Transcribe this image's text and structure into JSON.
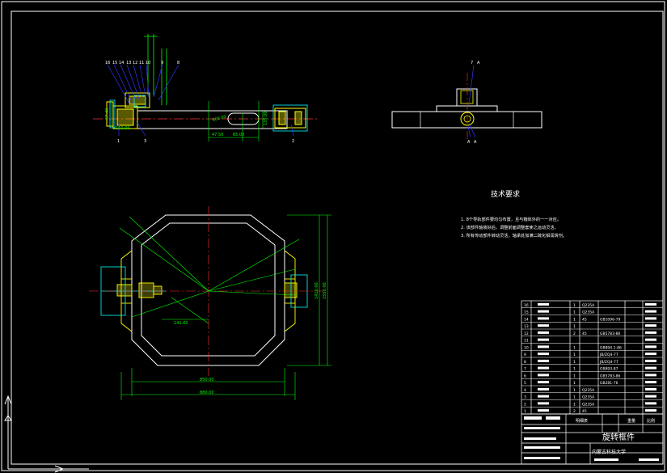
{
  "tech_requirements": {
    "title": "技术要求",
    "items": [
      "1. 8个导轨部件要均匀布置，且与箱体外的一一对应。",
      "2. 该部件轴装好后，调整前面调整套使之运动灵活。",
      "3. 所有传动部件转动灵活，轴承处加满二硫化钼润滑剂。"
    ]
  },
  "title_block": {
    "drawing_title": "旋转框件",
    "school": "内蒙古科技大学",
    "labels": [
      "明细表",
      "重量",
      "比例"
    ]
  },
  "dimensions": {
    "top_view": [
      "47.50",
      "65.00",
      "600.00",
      "135.00",
      "67.40",
      "150.00"
    ],
    "main_view": [
      "850.00",
      "880.00",
      "1410.00",
      "1550.00",
      "141.00"
    ]
  },
  "balloons": {
    "top_left": [
      "16",
      "15",
      "14",
      "13",
      "12",
      "11",
      "10",
      "9",
      "8"
    ],
    "bottom": [
      "1",
      "3",
      "2"
    ],
    "right_view": [
      "7",
      "A",
      "A",
      "A"
    ]
  },
  "bom_rows": [
    {
      "no": "16",
      "qty": "1",
      "mat": "Q235A",
      "std": ""
    },
    {
      "no": "15",
      "qty": "1",
      "mat": "Q235A",
      "std": ""
    },
    {
      "no": "14",
      "qty": "1",
      "mat": "45",
      "std": "GB1096-79"
    },
    {
      "no": "13",
      "qty": "1",
      "mat": "",
      "std": ""
    },
    {
      "no": "12",
      "qty": "2",
      "mat": "45",
      "std": "GB5783-86"
    },
    {
      "no": "11",
      "qty": "",
      "mat": "",
      "std": ""
    },
    {
      "no": "10",
      "qty": "1",
      "mat": "",
      "std": "GB894.1-86"
    },
    {
      "no": "9",
      "qty": "1",
      "mat": "",
      "std": "JB/ZQ4-77"
    },
    {
      "no": "8",
      "qty": "1",
      "mat": "",
      "std": "JB/ZQ4-77"
    },
    {
      "no": "7",
      "qty": "1",
      "mat": "",
      "std": "GB893-87"
    },
    {
      "no": "6",
      "qty": "1",
      "mat": "",
      "std": "GB5783-86"
    },
    {
      "no": "5",
      "qty": "1",
      "mat": "",
      "std": "GB281-76"
    },
    {
      "no": "4",
      "qty": "1",
      "mat": "Q235A",
      "std": ""
    },
    {
      "no": "3",
      "qty": "1",
      "mat": "Q235A",
      "std": ""
    },
    {
      "no": "2",
      "qty": "1",
      "mat": "Q235A",
      "std": ""
    },
    {
      "no": "1",
      "qty": "2",
      "mat": "45",
      "std": ""
    }
  ]
}
